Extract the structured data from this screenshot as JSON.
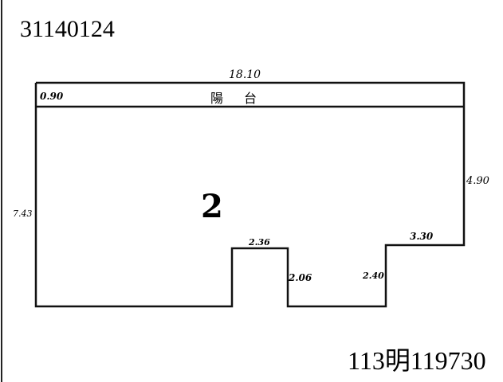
{
  "header": {
    "document_number": "31140124"
  },
  "footer": {
    "reference_number": "113明119730"
  },
  "plan": {
    "room_number": "2",
    "balcony_label": "陽台",
    "dimensions": {
      "top_width": "18.10",
      "balcony_depth": "0.90",
      "left_height": "7.43",
      "right_height": "4.90",
      "right_step_width": "3.30",
      "right_step_height": "2.40",
      "notch_width": "2.36",
      "notch_height": "2.06"
    }
  }
}
